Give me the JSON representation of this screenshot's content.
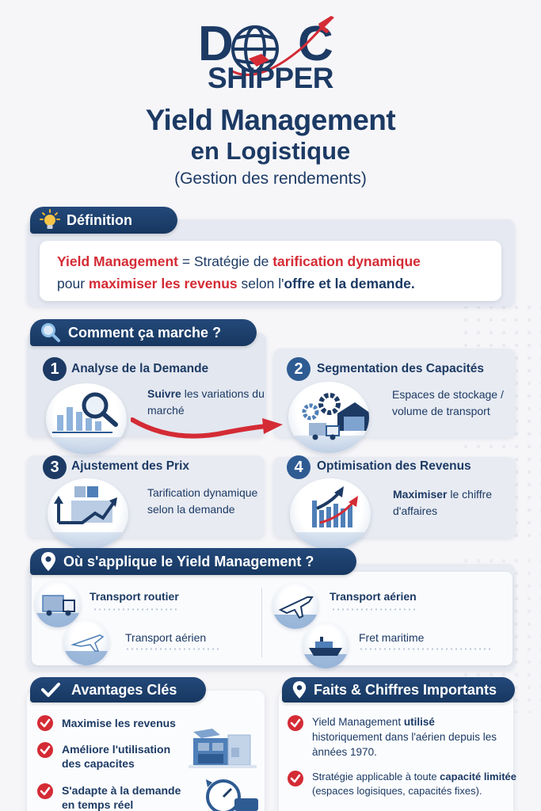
{
  "brand": {
    "logo_top_left": "D",
    "logo_top_right": "C",
    "logo_bottom": "SHIPPER",
    "colors": {
      "navy": "#1c3a64",
      "red": "#d42b35",
      "panel": "#e6e9f1"
    }
  },
  "header": {
    "title_line1": "Yield Management",
    "title_line2": "en Logistique",
    "subtitle": "(Gestion des rendements)"
  },
  "definition": {
    "heading": "Définition",
    "icon": "lightbulb-icon",
    "text": {
      "term": "Yield Management",
      "eq": " = Stratégie de ",
      "highlight1": "tarification dynamique",
      "line2_prefix": "pour ",
      "highlight2": "maximiser les revenus",
      "line2_mid": " selon l'",
      "line2_bold": "offre et la demande."
    }
  },
  "how_it_works": {
    "heading": "Comment ça marche ?",
    "icon": "magnifier-icon",
    "steps": [
      {
        "number": "1",
        "title": "Analyse de la Demande",
        "desc_bold": "Suivre",
        "desc": " les variations du marché",
        "icon": "chart-search-icon"
      },
      {
        "number": "2",
        "title": "Segmentation des Capacités",
        "desc_bold": "",
        "desc": "Espaces de stockage / volume de transport",
        "icon": "gears-warehouse-icon"
      },
      {
        "number": "3",
        "title": "Ajustement des Prix",
        "desc_bold": "",
        "desc": "Tarification dynamique selon la demande",
        "icon": "price-trend-icon"
      },
      {
        "number": "4",
        "title": "Optimisation des Revenus",
        "desc_bold": "Maximiser",
        "desc": " le chiffre d'affaires",
        "icon": "growth-chart-icon"
      }
    ]
  },
  "applications": {
    "heading": "Où s'applique le Yield Management ?",
    "icon": "location-pin-icon",
    "items": [
      {
        "label": "Transport routier",
        "bold": true,
        "icon": "truck-icon"
      },
      {
        "label": "Transport aérien",
        "bold": false,
        "icon": "airplane-icon"
      },
      {
        "label": "Transport aérien",
        "bold": true,
        "icon": "airplane-icon"
      },
      {
        "label": "Fret maritime",
        "bold": false,
        "icon": "ship-icon"
      }
    ]
  },
  "advantages": {
    "heading": "Avantages Clés",
    "icon": "checkmark-icon",
    "items": [
      {
        "line1": "Maximise les revenus",
        "line2": ""
      },
      {
        "line1": "Améliore l'utilisation",
        "line2": "des capacites"
      },
      {
        "line1": "S'adapte à la demande",
        "line2": "en temps réel"
      }
    ]
  },
  "facts": {
    "heading": "Faits & Chiffres Importants",
    "icon": "location-pin-icon",
    "items": [
      {
        "pre": "Yield Management ",
        "bold": "utilisé",
        "post": " historiquement dans l'aérien depuis les ànnées 1970."
      },
      {
        "pre": "Stratégie applicable à toute ",
        "bold": "capacité limitée",
        "post": " (espaces logisiques, capacités fixes)."
      }
    ]
  }
}
